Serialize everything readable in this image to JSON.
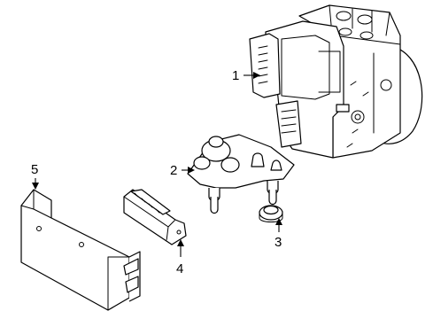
{
  "callouts": [
    {
      "id": 1,
      "label": "1"
    },
    {
      "id": 2,
      "label": "2"
    },
    {
      "id": 3,
      "label": "3"
    },
    {
      "id": 4,
      "label": "4"
    },
    {
      "id": 5,
      "label": "5"
    }
  ],
  "colors": {
    "line": "#000000",
    "background": "#ffffff"
  }
}
